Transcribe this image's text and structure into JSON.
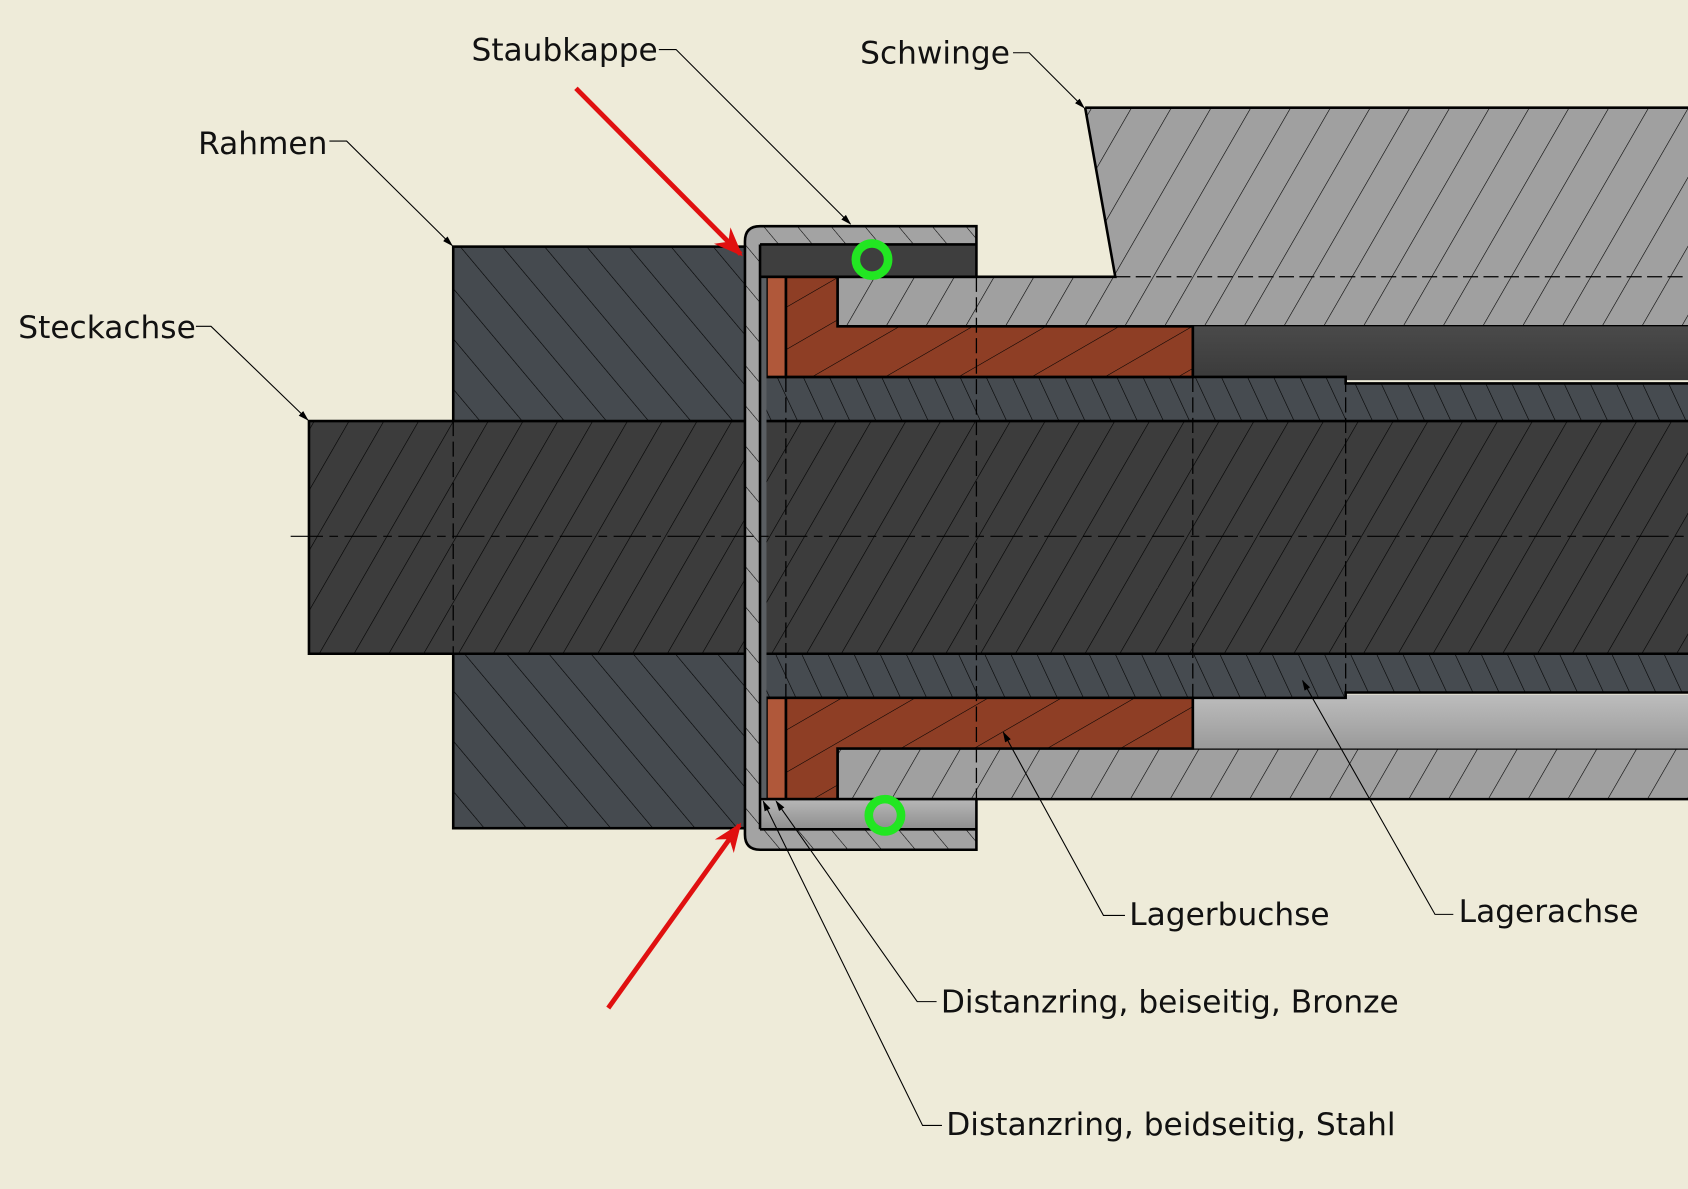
{
  "drawing": {
    "type": "technical section drawing",
    "labels": {
      "steckachse": "Steckachse",
      "rahmen": "Rahmen",
      "staubkappe": "Staubkappe",
      "schwinge": "Schwinge",
      "lagerbuchse": "Lagerbuchse",
      "lagerachse": "Lagerachse",
      "distanzring_bronze": "Distanzring, beiseitig, Bronze",
      "distanzring_stahl": "Distanzring, beidseitig, Stahl"
    },
    "colors": {
      "background": "#eeebd9",
      "steckachse": "#3c3c3c",
      "rahmen": "#454a4f",
      "lagerachse": "#464b50",
      "schwinge": "#a0a0a0",
      "staubkappe": "#a3a3a3",
      "staubkappe_inner": "#3e3e3e",
      "bronze": "#8e3e25",
      "bronze_light": "#b0583a",
      "bore": "#464646",
      "bore_light": "#b2b2b2",
      "annotation_arrow": "#e01010",
      "seal_marker": "#22e622"
    },
    "annotations": {
      "arrows": [
        "red-arrow-top",
        "red-arrow-bottom"
      ],
      "markers": [
        "green-ring-top",
        "green-ring-bottom"
      ]
    }
  }
}
